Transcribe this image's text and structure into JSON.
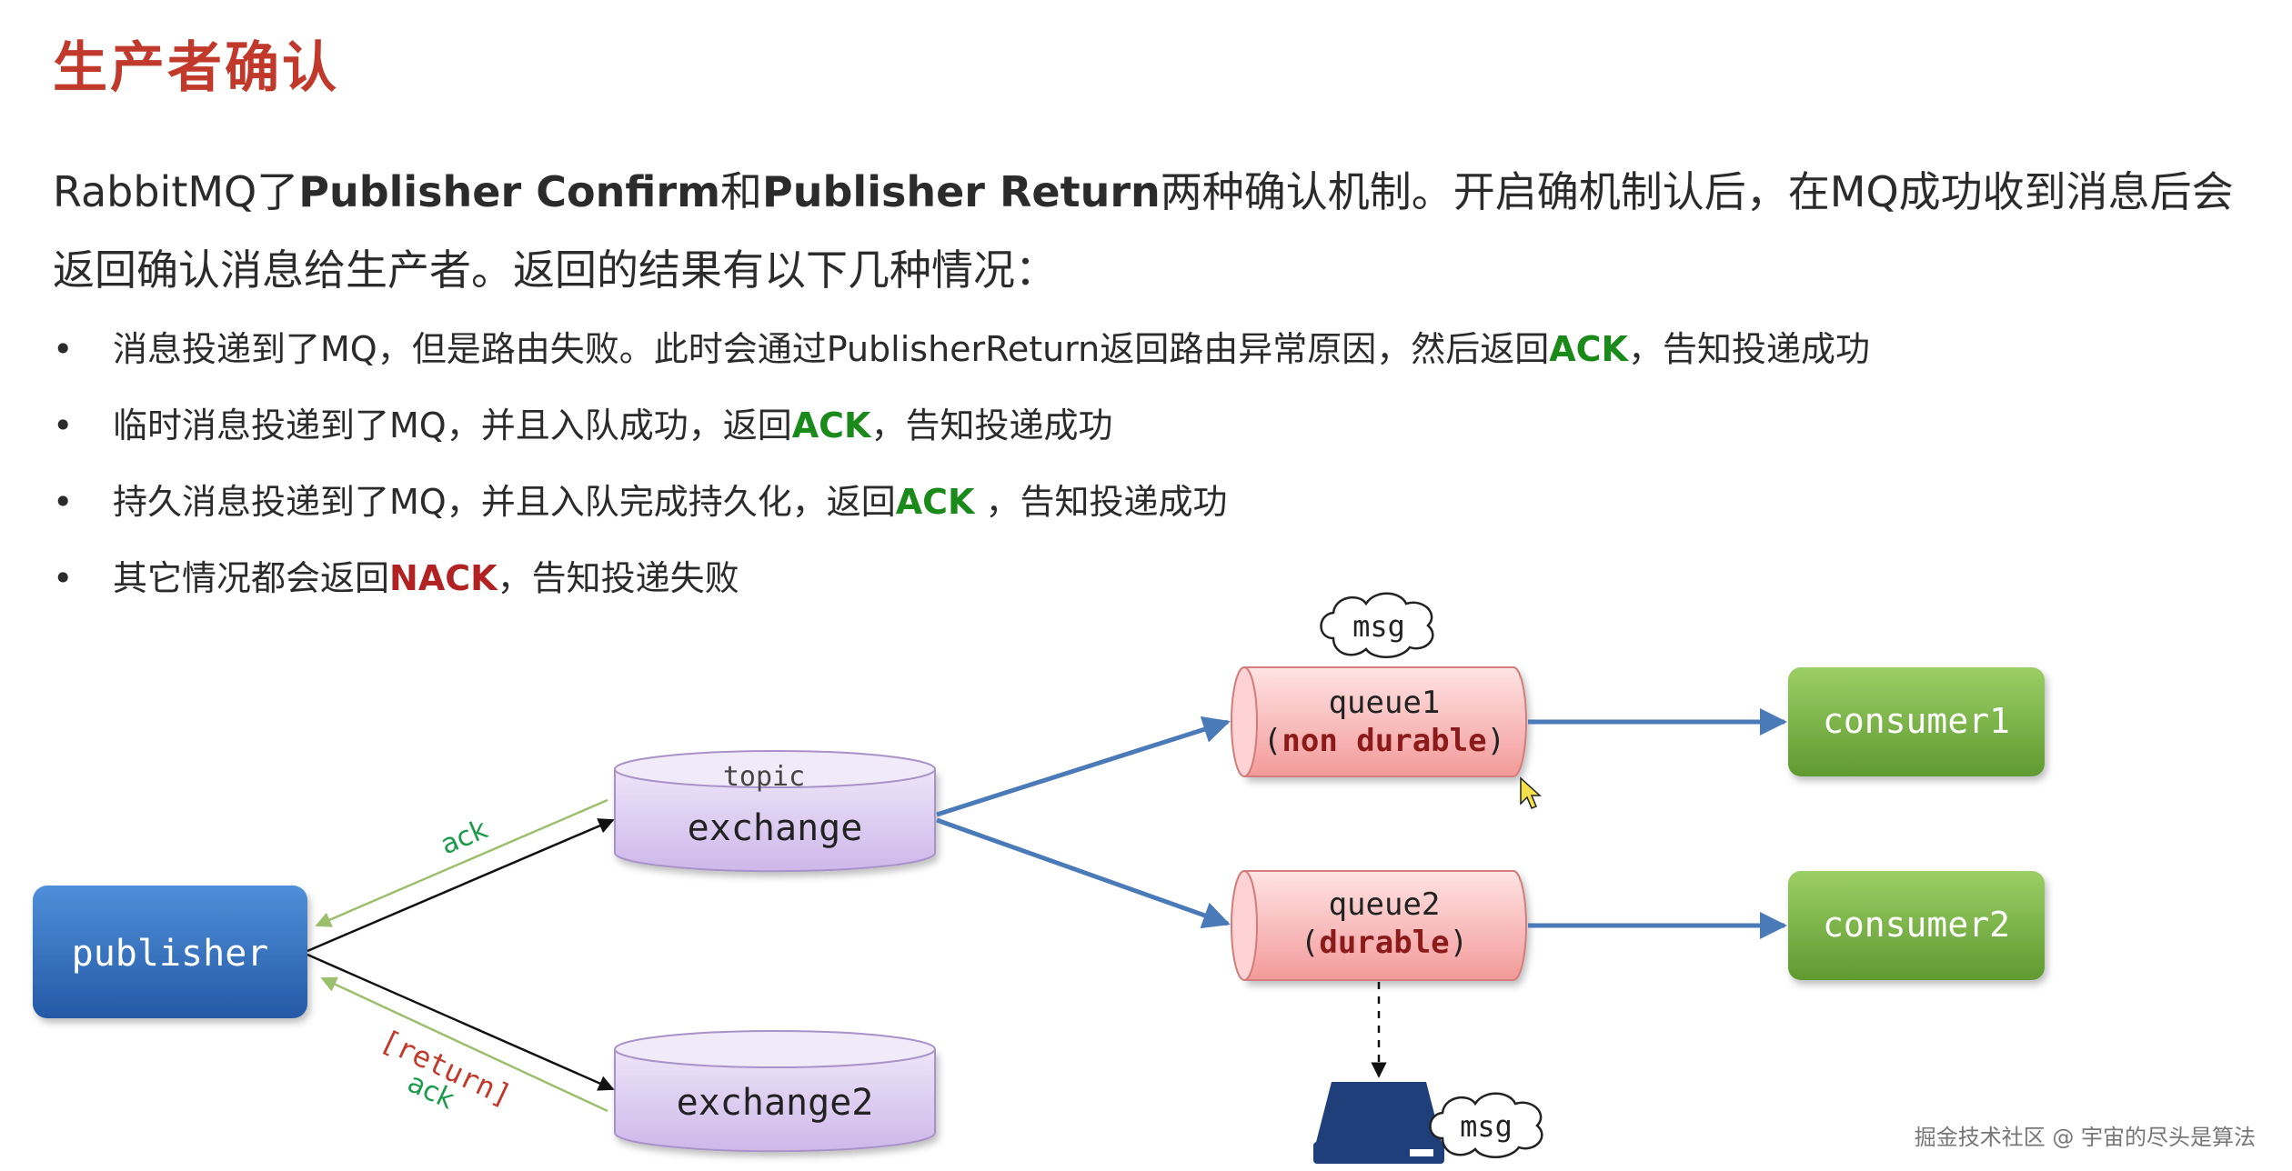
{
  "title": "生产者确认",
  "intro": {
    "p1": "RabbitMQ了",
    "b1": "Publisher Confirm",
    "p2": "和",
    "b2": "Publisher Return",
    "p3": "两种确认机制。开启确机制认后，在MQ成功收到消息后会返回确认消息给生产者。返回的结果有以下几种情况："
  },
  "bullets": [
    {
      "dot": "•",
      "pre": "消息投递到了MQ，但是路由失败。此时会通过PublisherReturn返回路由异常原因，然后返回",
      "kw": "ACK",
      "post": "，告知投递成功",
      "kw_color": "#1a8a1a"
    },
    {
      "dot": "•",
      "pre": "临时消息投递到了MQ，并且入队成功，返回",
      "kw": "ACK",
      "post": "，告知投递成功",
      "kw_color": "#1a8a1a"
    },
    {
      "dot": "•",
      "pre": "持久消息投递到了MQ，并且入队完成持久化，返回",
      "kw": "ACK",
      "post": " ，告知投递成功",
      "kw_color": "#1a8a1a"
    },
    {
      "dot": "•",
      "pre": "其它情况都会返回",
      "kw": "NACK",
      "post": "，告知投递失败",
      "kw_color": "#b22222"
    }
  ],
  "diagram": {
    "publisher": "publisher",
    "exchange_tag": "topic",
    "exchange": "exchange",
    "exchange2": "exchange2",
    "queue1_name": "queue1",
    "queue1_open": "(",
    "queue1_tag": "non durable",
    "queue1_close": ")",
    "queue2_name": "queue2",
    "queue2_open": "(",
    "queue2_tag": "durable",
    "queue2_close": ")",
    "consumer1": "consumer1",
    "consumer2": "consumer2",
    "msg_top": "msg",
    "msg_disk": "msg",
    "ack_top": "ack",
    "return_label": "[return]",
    "ack_bottom": "ack"
  },
  "colors": {
    "title": "#c0392b",
    "ack": "#1a8a1a",
    "nack": "#b22222",
    "publisher": "#2e6db8",
    "exchange": "#d9c9ef",
    "queue": "#f7a9a9",
    "consumer": "#7ab648",
    "flow_arrow": "#4a7ab8",
    "ack_line": "#9cbf6e"
  },
  "watermark": "掘金技术社区 @ 宇宙的尽头是算法"
}
